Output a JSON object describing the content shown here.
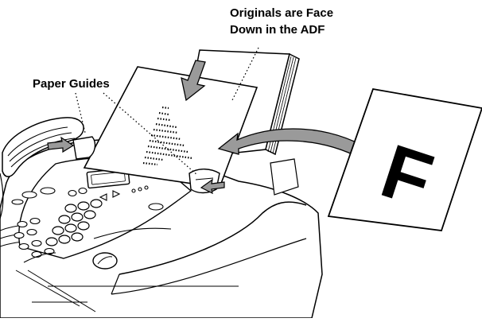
{
  "figure": {
    "callouts": {
      "originals_face_down": {
        "line1": "Originals are Face",
        "line2": "Down in the ADF"
      },
      "paper_guides": "Paper Guides"
    },
    "sample_page_letter": "F"
  },
  "colors": {
    "ink": "#000000",
    "arrow_gray": "#9a9a9a",
    "paper": "#ffffff"
  }
}
